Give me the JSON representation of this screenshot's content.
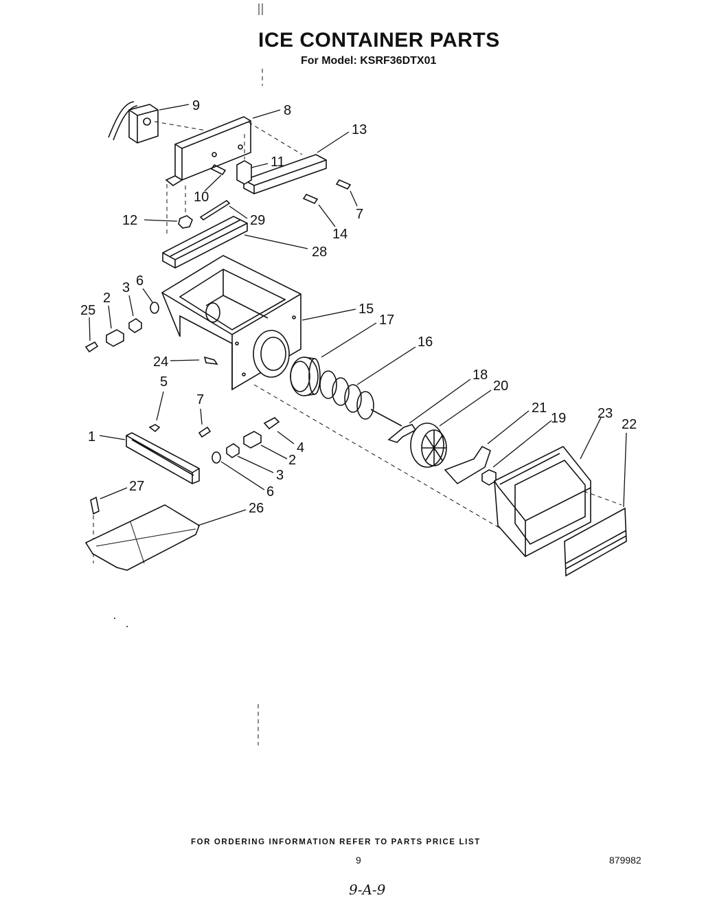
{
  "header": {
    "title": "ICE CONTAINER PARTS",
    "subtitle": "For Model: KSRF36DTX01"
  },
  "diagram": {
    "callouts": [
      "9",
      "8",
      "13",
      "11",
      "10",
      "7",
      "12",
      "29",
      "14",
      "28",
      "6",
      "3",
      "2",
      "25",
      "15",
      "17",
      "16",
      "24",
      "5",
      "7",
      "18",
      "20",
      "21",
      "19",
      "23",
      "22",
      "1",
      "4",
      "2",
      "3",
      "6",
      "27",
      "26"
    ]
  },
  "footer": {
    "ordering_note": "FOR ORDERING INFORMATION REFER TO PARTS PRICE LIST",
    "page_number": "9",
    "document_number": "879982",
    "handwritten_mark": "9-A-9"
  }
}
